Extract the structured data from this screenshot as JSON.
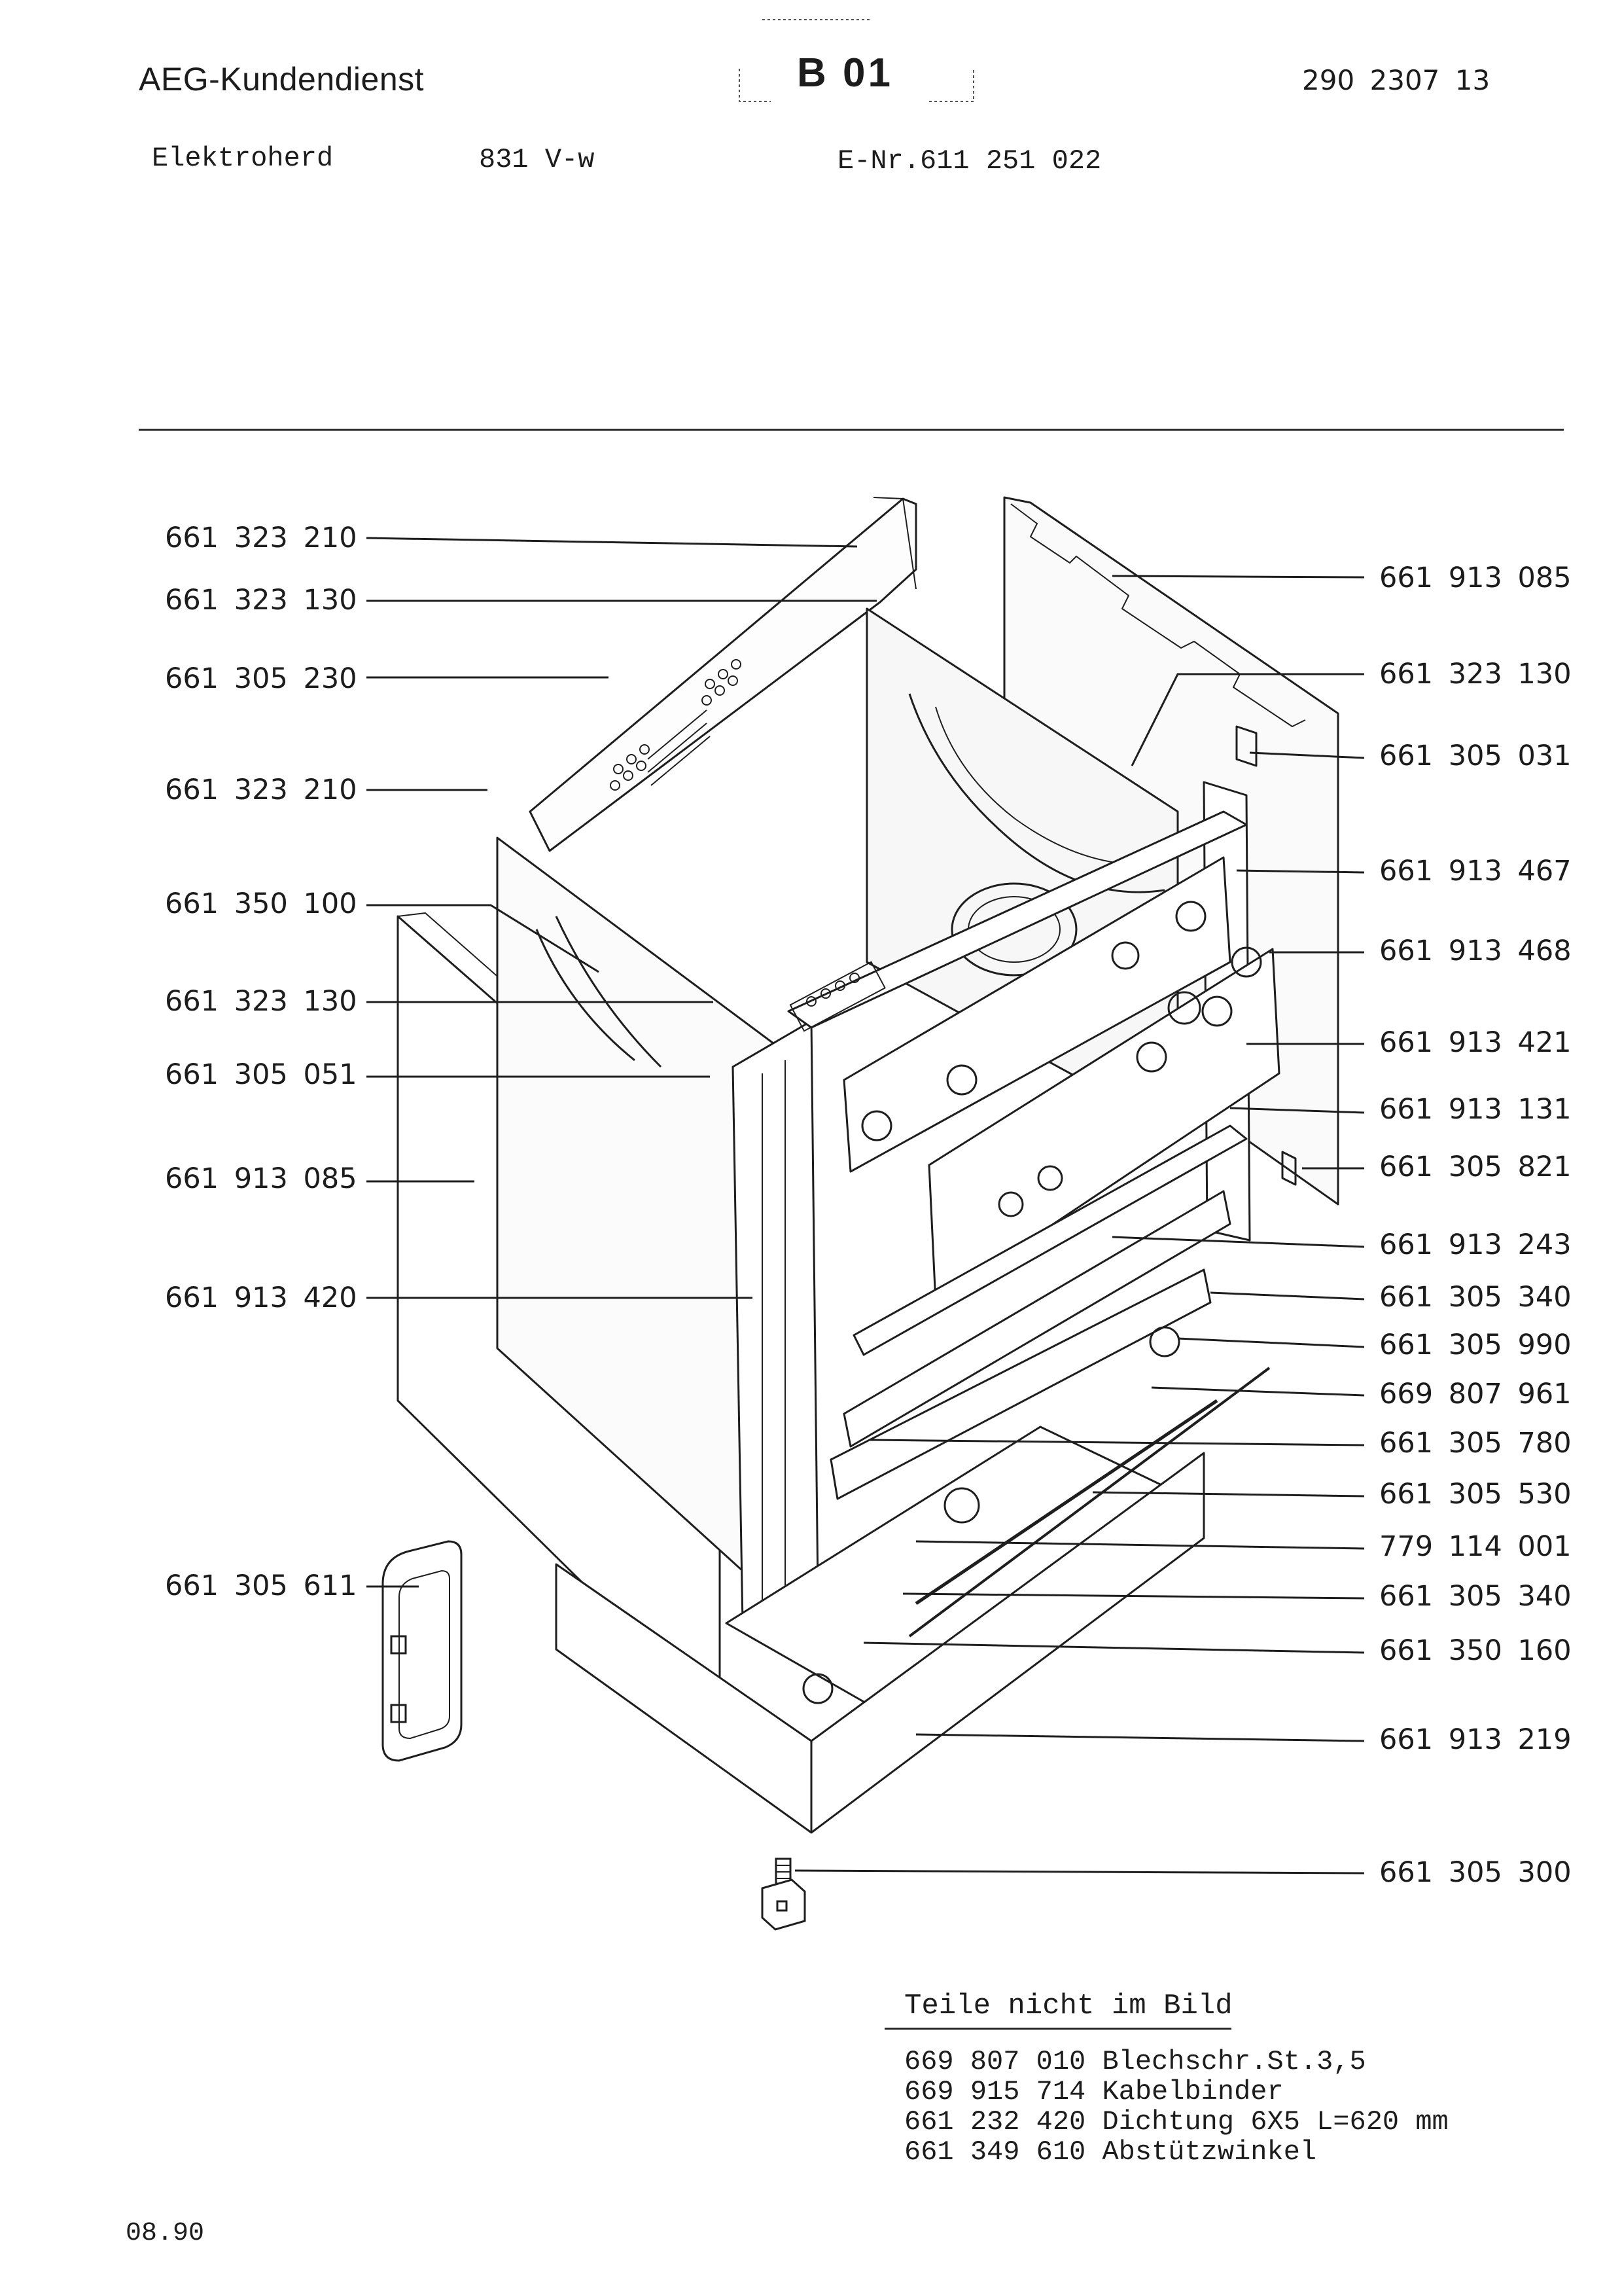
{
  "header": {
    "brand": "AEG-Kundendienst",
    "page_code": "B 01",
    "document_number": "290 2307 13",
    "product_type": "Elektroherd",
    "model": "831 V-w",
    "e_number": "E-Nr.611 251 022"
  },
  "callouts_left": [
    {
      "part": "661 323 210"
    },
    {
      "part": "661 323 130"
    },
    {
      "part": "661 305 230"
    },
    {
      "part": "661 323 210"
    },
    {
      "part": "661 350 100"
    },
    {
      "part": "661 323 130"
    },
    {
      "part": "661 305 051"
    },
    {
      "part": "661 913 085"
    },
    {
      "part": "661 913 420"
    },
    {
      "part": "661 305 611"
    }
  ],
  "callouts_right": [
    {
      "part": "661 913 085"
    },
    {
      "part": "661 323 130"
    },
    {
      "part": "661 305 031"
    },
    {
      "part": "661 913 467"
    },
    {
      "part": "661 913 468"
    },
    {
      "part": "661 913 421"
    },
    {
      "part": "661 913 131"
    },
    {
      "part": "661 305 821"
    },
    {
      "part": "661 913 243"
    },
    {
      "part": "661 305 340"
    },
    {
      "part": "661 305 990"
    },
    {
      "part": "669 807 961"
    },
    {
      "part": "661 305 780"
    },
    {
      "part": "661 305 530"
    },
    {
      "part": "779 114 001"
    },
    {
      "part": "661 305 340"
    },
    {
      "part": "661 350 160"
    },
    {
      "part": "661 913 219"
    },
    {
      "part": "661 305 300"
    }
  ],
  "parts_not_shown": {
    "title": "Teile nicht im Bild",
    "items": [
      {
        "line": "669 807 010 Blechschr.St.3,5"
      },
      {
        "line": "669 915 714 Kabelbinder"
      },
      {
        "line": "661 232 420 Dichtung 6X5 L=620 mm"
      },
      {
        "line": "661 349 610 Abstützwinkel"
      }
    ]
  },
  "footer": {
    "date": "08.90"
  }
}
